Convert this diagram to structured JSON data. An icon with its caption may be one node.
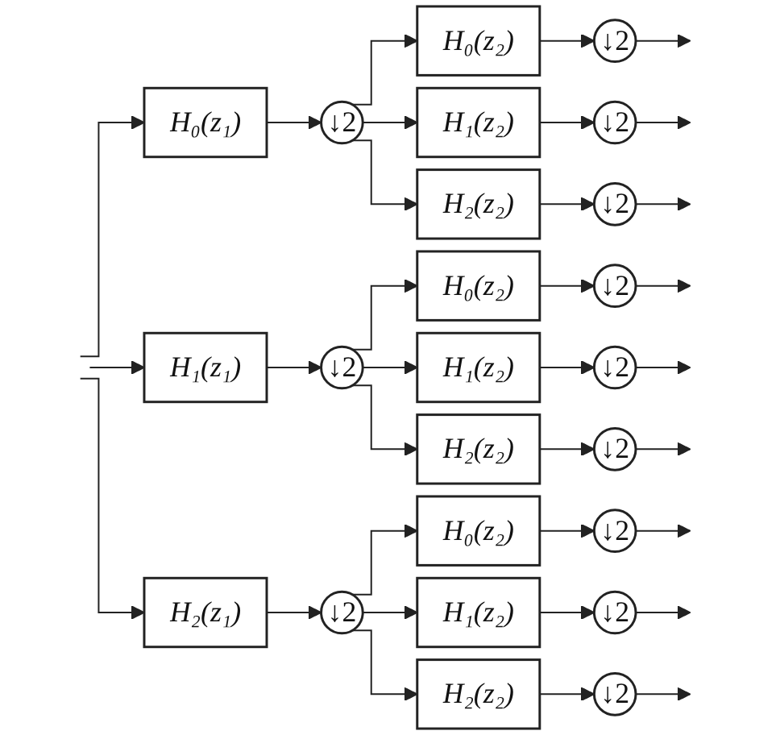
{
  "diagram": {
    "nodes": [
      {
        "text": [
          "H₀(z₁)"
        ]
      },
      {
        "text": [
          "↓2"
        ]
      },
      {
        "text": [
          "H₀(z₂)"
        ]
      },
      {
        "text": [
          "↓2"
        ]
      },
      {
        "text": [
          "H₁(z₂)"
        ]
      },
      {
        "text": [
          "↓2"
        ]
      },
      {
        "text": [
          "H₂(z₂)"
        ]
      },
      {
        "text": [
          "↓2"
        ]
      },
      {
        "text": [
          "H₁(z₁)"
        ]
      },
      {
        "text": [
          "↓2"
        ]
      },
      {
        "text": [
          "H₀(z₂)"
        ]
      },
      {
        "text": [
          "↓2"
        ]
      },
      {
        "text": [
          "H₁(z₂)"
        ]
      },
      {
        "text": [
          "↓2"
        ]
      },
      {
        "text": [
          "H₂(z₂)"
        ]
      },
      {
        "text": [
          "↓2"
        ]
      },
      {
        "text": [
          "H₂(z₁)"
        ]
      },
      {
        "text": [
          "↓2"
        ]
      },
      {
        "text": [
          "H₀(z₂)"
        ]
      },
      {
        "text": [
          "↓2"
        ]
      },
      {
        "text": [
          "H₁(z₂)"
        ]
      },
      {
        "text": [
          "↓2"
        ]
      },
      {
        "text": [
          "H₂(z₂)"
        ]
      },
      {
        "text": [
          "↓2"
        ]
      }
    ],
    "edges": [
      {
        "from": null,
        "to": 0,
        "arrow": "to"
      },
      {
        "from": null,
        "to": 8,
        "arrow": "to"
      },
      {
        "from": null,
        "to": 16,
        "arrow": "to"
      },
      {
        "from": 0,
        "to": 1,
        "arrow": "to"
      },
      {
        "from": 1,
        "to": 2,
        "arrow": "to"
      },
      {
        "from": 1,
        "to": 4,
        "arrow": "to"
      },
      {
        "from": 1,
        "to": 6,
        "arrow": "to"
      },
      {
        "from": 2,
        "to": 3,
        "arrow": "to"
      },
      {
        "from": 4,
        "to": 5,
        "arrow": "to"
      },
      {
        "from": 6,
        "to": 7,
        "arrow": "to"
      },
      {
        "from": 3,
        "to": null,
        "arrow": "to"
      },
      {
        "from": 5,
        "to": null,
        "arrow": "to"
      },
      {
        "from": 7,
        "to": null,
        "arrow": "to"
      },
      {
        "from": 8,
        "to": 9,
        "arrow": "to"
      },
      {
        "from": 9,
        "to": 10,
        "arrow": "to"
      },
      {
        "from": 9,
        "to": 12,
        "arrow": "to"
      },
      {
        "from": 9,
        "to": 14,
        "arrow": "to"
      },
      {
        "from": 10,
        "to": 11,
        "arrow": "to"
      },
      {
        "from": 12,
        "to": 13,
        "arrow": "to"
      },
      {
        "from": 14,
        "to": 15,
        "arrow": "to"
      },
      {
        "from": 11,
        "to": null,
        "arrow": "to"
      },
      {
        "from": 13,
        "to": null,
        "arrow": "to"
      },
      {
        "from": 15,
        "to": null,
        "arrow": "to"
      },
      {
        "from": 16,
        "to": 17,
        "arrow": "to"
      },
      {
        "from": 17,
        "to": 18,
        "arrow": "to"
      },
      {
        "from": 17,
        "to": 20,
        "arrow": "to"
      },
      {
        "from": 17,
        "to": 22,
        "arrow": "to"
      },
      {
        "from": 18,
        "to": 19,
        "arrow": "to"
      },
      {
        "from": 20,
        "to": 21,
        "arrow": "to"
      },
      {
        "from": 22,
        "to": 23,
        "arrow": "to"
      },
      {
        "from": 19,
        "to": null,
        "arrow": "to"
      },
      {
        "from": 21,
        "to": null,
        "arrow": "to"
      },
      {
        "from": 23,
        "to": null,
        "arrow": "to"
      }
    ]
  }
}
